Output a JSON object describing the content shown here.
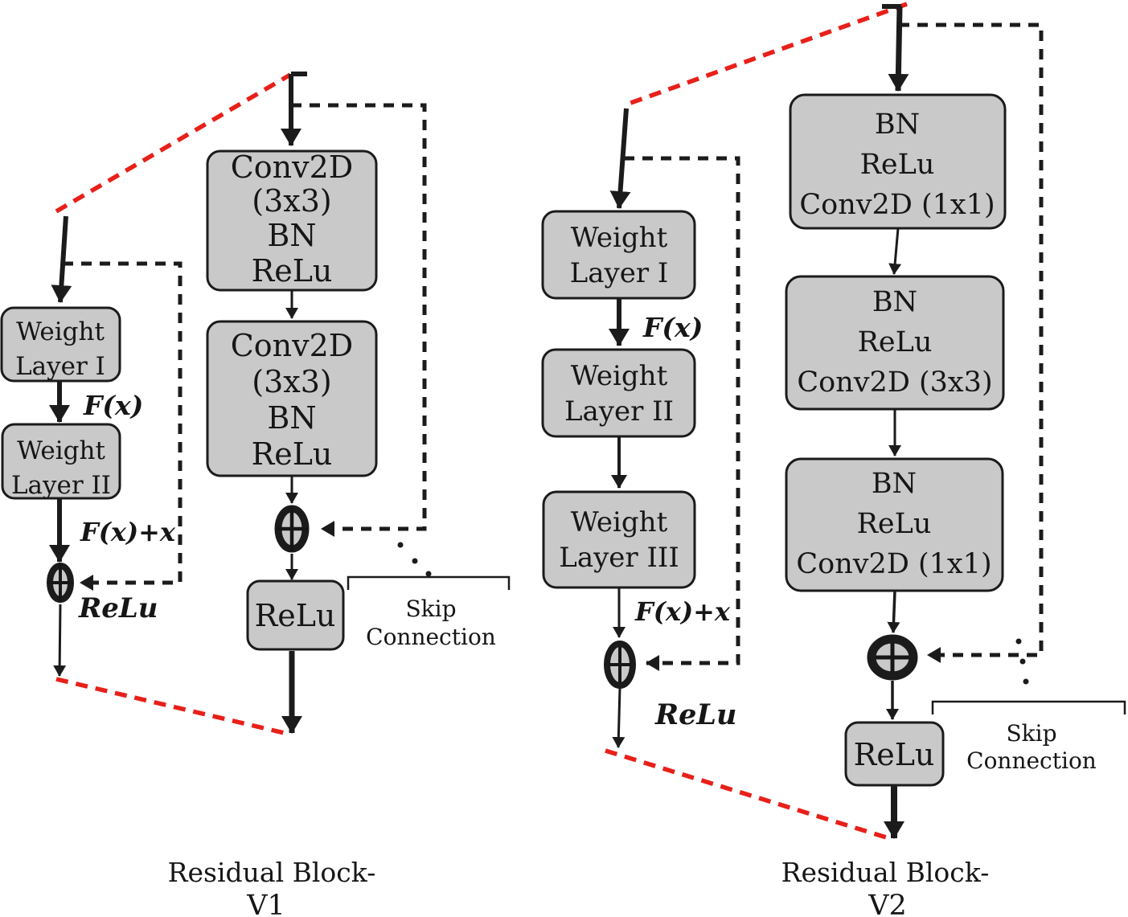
{
  "colors": {
    "box_fill": "#c9c9c9",
    "line": "#1b1b1b",
    "red": "#e8201a"
  },
  "v1": {
    "caption": [
      "Residual Block-",
      "V1"
    ],
    "abstract": {
      "box1": [
        "Weight",
        "Layer I"
      ],
      "box2": [
        "Weight",
        "Layer II"
      ],
      "label_fx": "F(x)",
      "label_fxx": "F(x)+x",
      "label_relu": "ReLu"
    },
    "detailed": {
      "box1": [
        "Conv2D",
        "(3x3)",
        "BN",
        "ReLu"
      ],
      "box2": [
        "Conv2D",
        "(3x3)",
        "BN",
        "ReLu"
      ],
      "relu_box": "ReLu",
      "skip": [
        "Skip",
        "Connection"
      ]
    }
  },
  "v2": {
    "caption": [
      "Residual Block-",
      "V2"
    ],
    "abstract": {
      "box1": [
        "Weight",
        "Layer I"
      ],
      "box2": [
        "Weight",
        "Layer II"
      ],
      "box3": [
        "Weight",
        "Layer III"
      ],
      "label_fx": "F(x)",
      "label_fxx": "F(x)+x",
      "label_relu": "ReLu"
    },
    "detailed": {
      "box1": [
        "BN",
        "ReLu",
        "Conv2D (1x1)"
      ],
      "box2": [
        "BN",
        "ReLu",
        "Conv2D (3x3)"
      ],
      "box3": [
        "BN",
        "ReLu",
        "Conv2D (1x1)"
      ],
      "relu_box": "ReLu",
      "skip": [
        "Skip",
        "Connection"
      ]
    }
  }
}
